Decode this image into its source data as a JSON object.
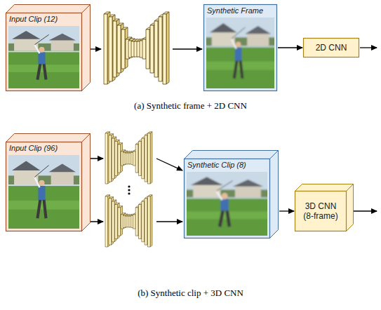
{
  "diagram": {
    "nodes": [
      {
        "text": [
          "Input Clip (12)"
        ]
      },
      {
        "text": [
          "Synthetic Frame"
        ]
      },
      {
        "text": [
          "2D CNN"
        ]
      },
      {
        "text": [
          "Input Clip (96)"
        ]
      },
      {
        "text": [
          "Synthetic Clip (8)"
        ]
      },
      {
        "text": [
          "3D CNN (8-frame)"
        ]
      }
    ],
    "edges": [
      {
        "from": 1,
        "to": 2,
        "arrow": "to"
      },
      {
        "from": 4,
        "to": 5,
        "arrow": "to"
      }
    ],
    "labels": [
      "(a) Synthetic frame + 2D CNN",
      "(b) Synthetic clip + 3D CNN"
    ]
  }
}
